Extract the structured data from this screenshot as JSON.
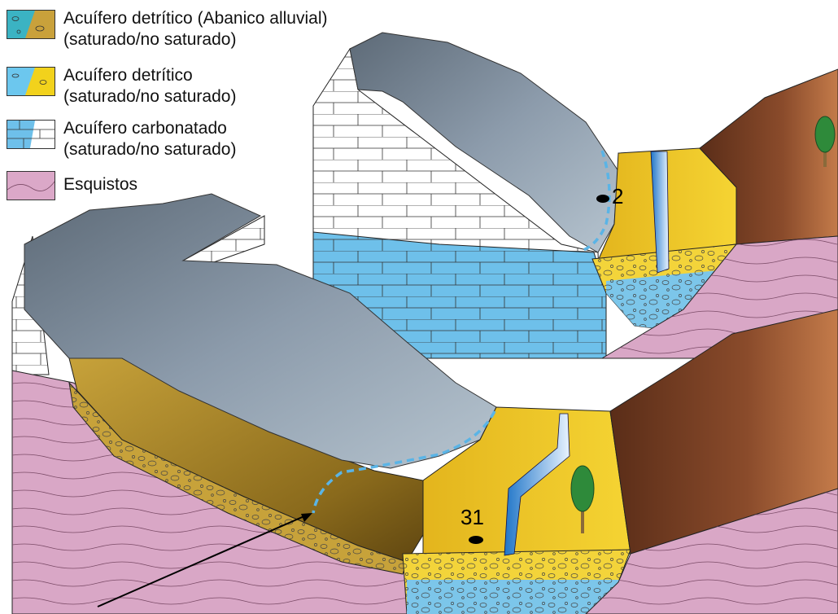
{
  "legend": {
    "items": [
      {
        "line1": "Acuífero detrítico (Abanico alluvial)",
        "line2": "(saturado/no saturado)",
        "swatch": "alluvial-fan",
        "colors": [
          "#3bb3c3",
          "#c9a13b"
        ]
      },
      {
        "line1": "Acuífero detrítico",
        "line2": "(saturado/no saturado)",
        "swatch": "detrital",
        "colors": [
          "#6cc7ee",
          "#f2d21c"
        ]
      },
      {
        "line1": "Acuífero carbonatado",
        "line2": "(saturado/no saturado)",
        "swatch": "carbonate",
        "colors": [
          "#6ec0ea",
          "#ffffff"
        ]
      },
      {
        "line1": "Esquistos",
        "line2": "",
        "swatch": "schist",
        "colors": [
          "#dba8c8"
        ]
      }
    ]
  },
  "points": [
    {
      "label": "2"
    },
    {
      "label": "31"
    }
  ],
  "colors": {
    "limestone_gray": "#8a99a8",
    "carbonate_blue": "#6ec0ea",
    "alluvial_yellow": "#f0c52a",
    "fan_ochre": "#b08a2a",
    "schist_pink": "#d9a7c6",
    "mountain_brown": "#6b3a22",
    "water_table": "#5ab4e6"
  }
}
